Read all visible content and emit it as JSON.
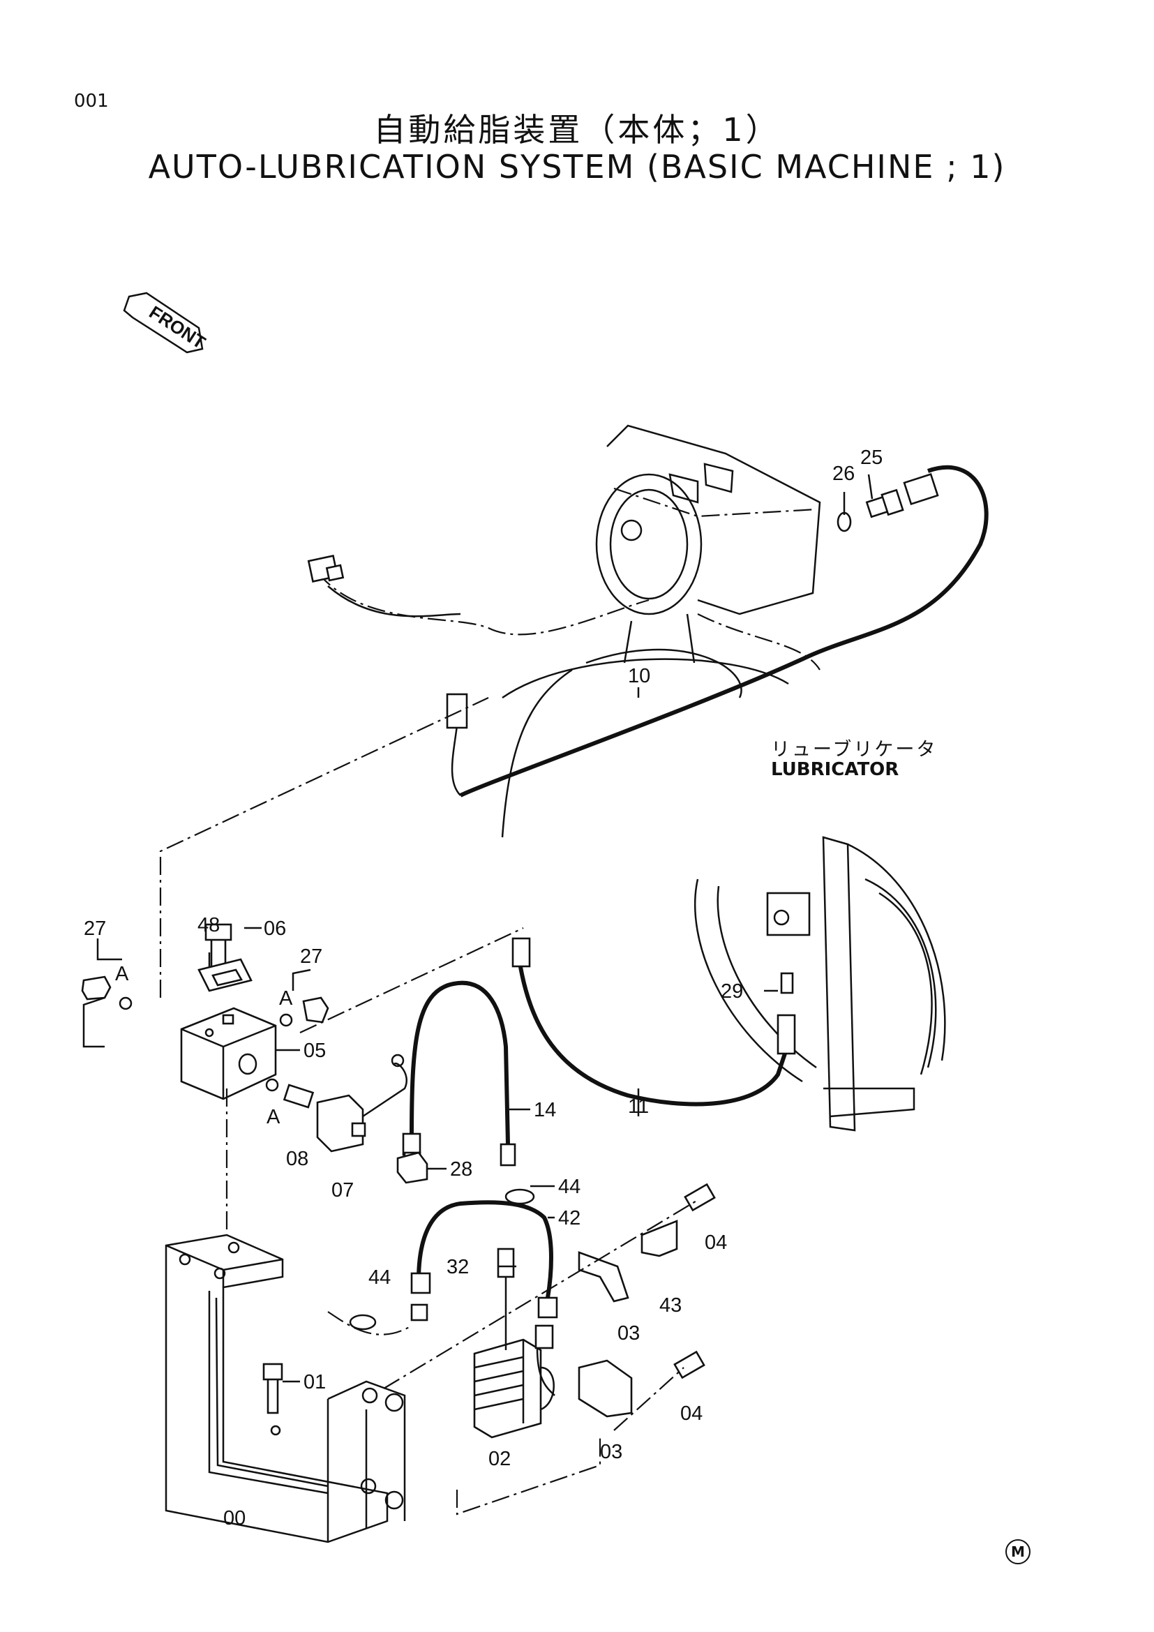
{
  "page": {
    "number": "001",
    "title_jp": "自動給脂装置（本体；1）",
    "title_en": "AUTO-LUBRICATION SYSTEM (BASIC MACHINE ; 1)",
    "front_label": "FRONT",
    "mark": "M"
  },
  "lubricator": {
    "label_jp": "リューブリケータ",
    "label_en": "LUBRICATOR"
  },
  "callouts": [
    "00",
    "01",
    "02",
    "03",
    "03",
    "04",
    "04",
    "05",
    "06",
    "07",
    "08",
    "10",
    "11",
    "14",
    "25",
    "26",
    "27",
    "27",
    "28",
    "29",
    "32",
    "42",
    "43",
    "44",
    "44",
    "48",
    "A",
    "A",
    "A"
  ]
}
